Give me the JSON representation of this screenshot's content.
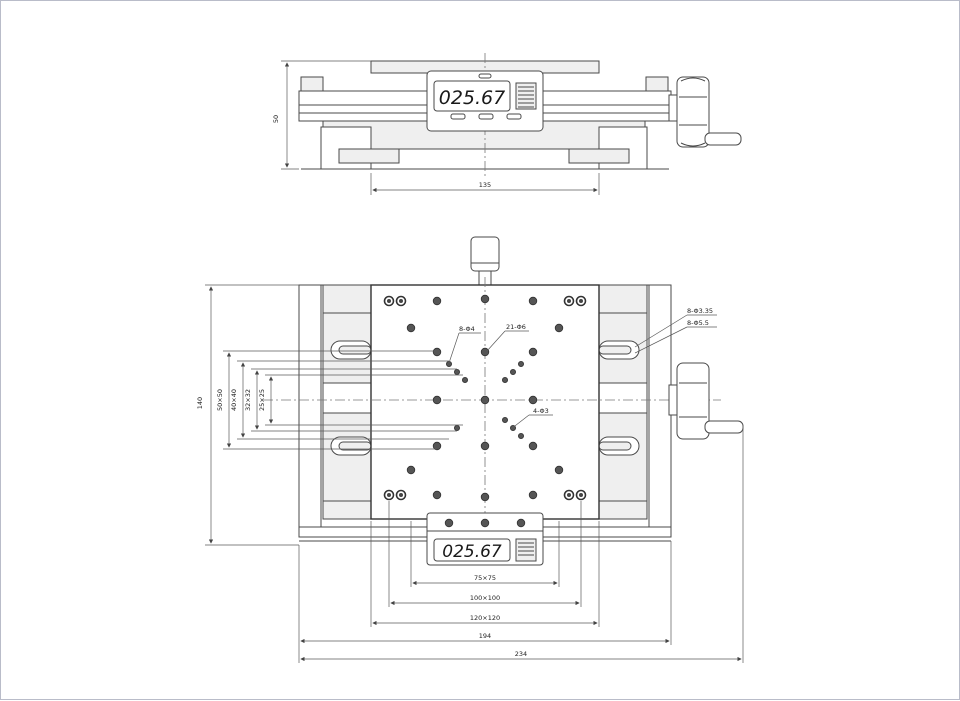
{
  "displays": {
    "top_reading": "025.67",
    "bottom_reading": "025.67"
  },
  "dimensions": {
    "height_50": "50",
    "width_135": "135",
    "height_140": "140",
    "sq_50": "50×50",
    "sq_40": "40×40",
    "sq_32": "32×32",
    "sq_25": "25×25",
    "sq_75": "75×75",
    "sq_100": "100×100",
    "sq_120": "120×120",
    "width_194": "194",
    "width_234": "234"
  },
  "callouts": {
    "c_m4": "8-Φ4",
    "c_m6": "21-Φ6",
    "c_m3b": "4-Φ3",
    "c_335": "8-Φ3.35",
    "c_55": "8-Φ5.5"
  }
}
